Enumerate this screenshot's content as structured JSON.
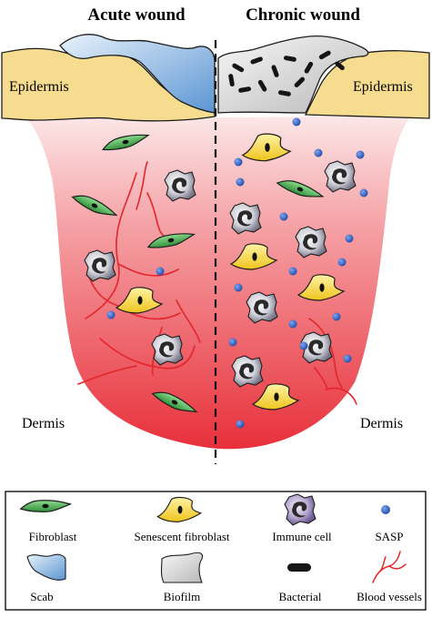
{
  "titles": {
    "acute": "Acute wound",
    "chronic": "Chronic wound"
  },
  "labels": {
    "epidermis_left": "Epidermis",
    "epidermis_right": "Epidermis",
    "dermis_left": "Dermis",
    "dermis_right": "Dermis"
  },
  "legend": {
    "items": [
      {
        "icon": "fibroblast-icon",
        "label": "Fibroblast"
      },
      {
        "icon": "senescent-fibroblast-icon",
        "label": "Senescent fibroblast"
      },
      {
        "icon": "immune-cell-icon",
        "label": "Immune cell"
      },
      {
        "icon": "sasp-icon",
        "label": "SASP"
      },
      {
        "icon": "scab-icon",
        "label": "Scab"
      },
      {
        "icon": "biofilm-icon",
        "label": "Biofilm"
      },
      {
        "icon": "bacterial-icon",
        "label": "Bacterial"
      },
      {
        "icon": "blood-vessels-icon",
        "label": "Blood vessels"
      }
    ]
  },
  "colors": {
    "epidermis": "#f6dc8e",
    "scab": "#7aaee0",
    "biofilm": "#d6d6d6",
    "wound_red": "#e8303a",
    "wound_pale": "#fbe1e1",
    "fibroblast": "#3fa84a",
    "senescent": "#f2d233",
    "sasp": "#2f63c9",
    "vessel": "#e3262b",
    "immune": "#8d8d9e"
  }
}
